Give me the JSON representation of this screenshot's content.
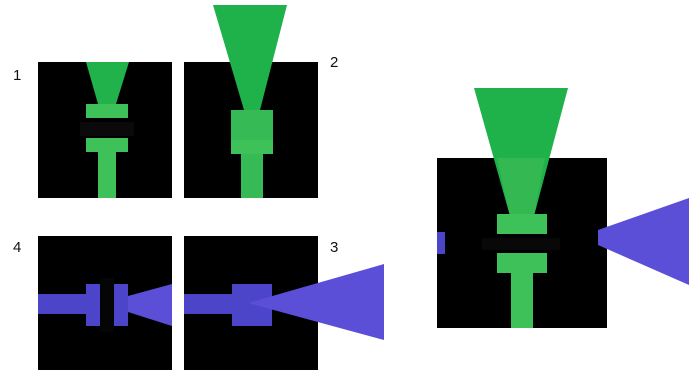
{
  "labels": {
    "panel_1": "1",
    "panel_2": "2",
    "panel_3": "3",
    "panel_4": "4"
  },
  "colors": {
    "background": "#ffffff",
    "block": "#000000",
    "green_beam": "#1fb14a",
    "green_device": "#3fc25a",
    "green_overlap": "#4cc667",
    "blue_beam": "#5a4fd6",
    "blue_device": "#4c44c9"
  },
  "icons": {
    "green_beam": "green-cone",
    "blue_beam": "blue-cone",
    "device": "dogbone-structure"
  }
}
